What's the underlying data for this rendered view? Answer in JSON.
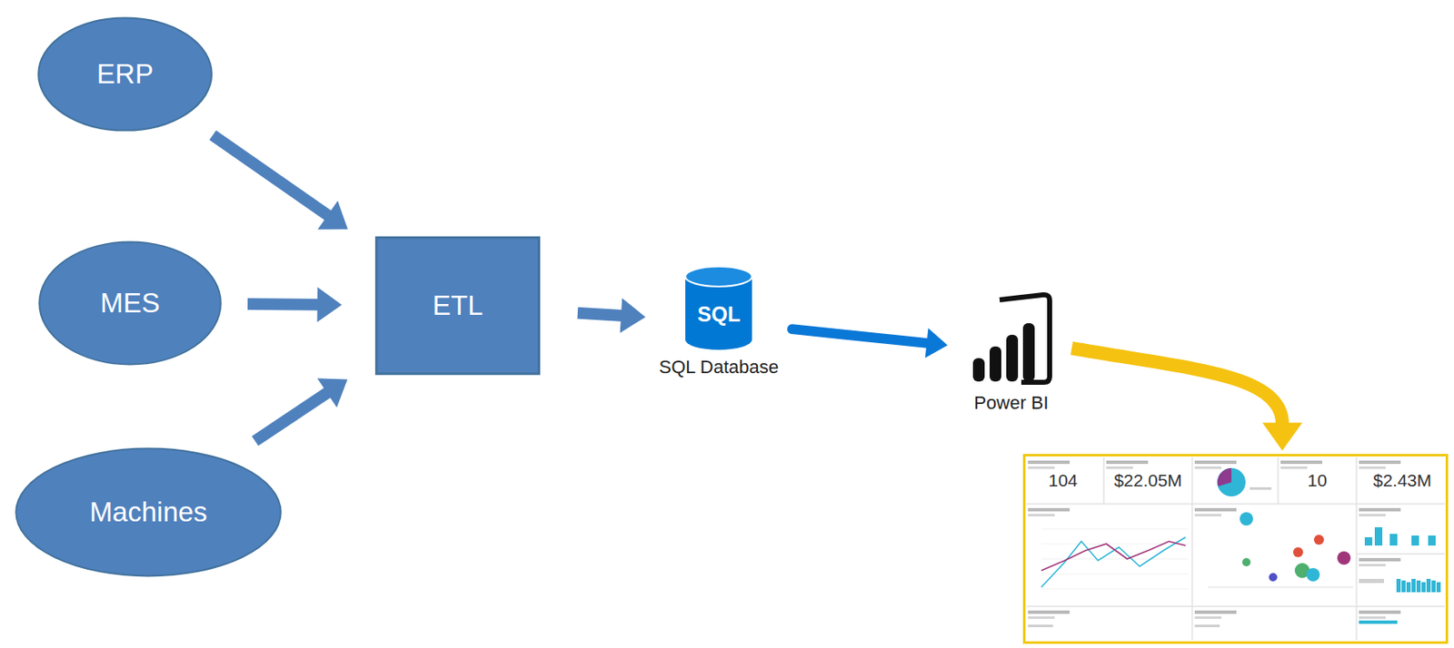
{
  "diagram": {
    "nodes": [
      {
        "text": [
          "ERP"
        ]
      },
      {
        "text": [
          "MES"
        ]
      },
      {
        "text": [
          "Machines"
        ]
      },
      {
        "text": [
          "ETL"
        ]
      },
      {
        "text": [
          "SQL",
          "SQL Database"
        ]
      },
      {
        "text": [
          "Power BI"
        ]
      },
      {
        "text": [
          "104",
          "$22.05M",
          "10",
          "$2.43M"
        ]
      }
    ],
    "edges": [
      {
        "from": 0,
        "to": 3,
        "arrow": "to"
      },
      {
        "from": 1,
        "to": 3,
        "arrow": "to"
      },
      {
        "from": 2,
        "to": 3,
        "arrow": "to"
      },
      {
        "from": 3,
        "to": 4,
        "arrow": "to"
      },
      {
        "from": 4,
        "to": 5,
        "arrow": "to"
      },
      {
        "from": 5,
        "to": 6,
        "arrow": "to"
      }
    ]
  }
}
